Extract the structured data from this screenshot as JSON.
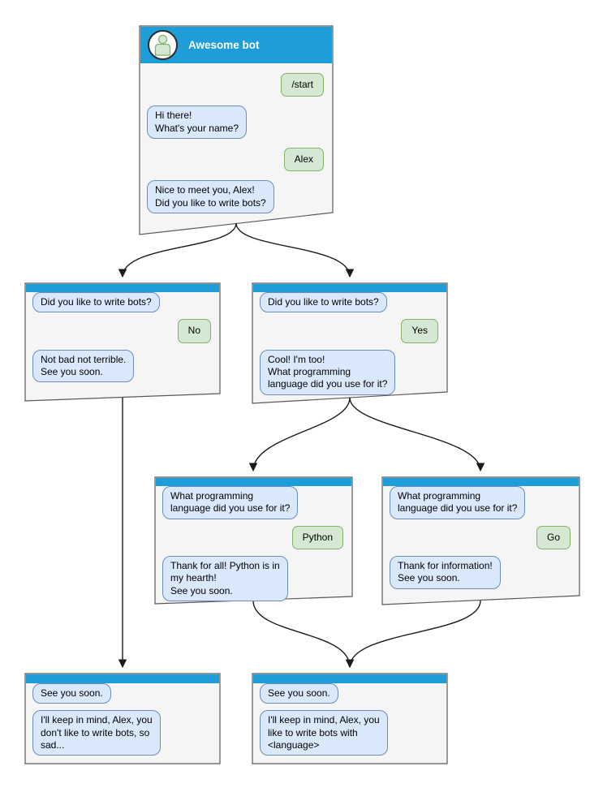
{
  "colors": {
    "header_bar": "#1e9dd9",
    "window_fill": "#f5f5f5",
    "window_border": "#595959",
    "bot_bubble_fill": "#dae8fc",
    "bot_bubble_border": "#6c8ebf",
    "user_bubble_fill": "#d5e8d4",
    "user_bubble_border": "#82b366",
    "connector": "#1a1a1a",
    "title_text": "#ffffff"
  },
  "main_window": {
    "title": "Awesome bot",
    "avatar_icon": "person-icon",
    "messages": [
      {
        "side": "user",
        "text": "/start"
      },
      {
        "side": "bot",
        "text": "Hi there!\nWhat's your name?"
      },
      {
        "side": "user",
        "text": "Alex"
      },
      {
        "side": "bot",
        "text": "Nice to meet you, Alex!\nDid you like to write bots?"
      }
    ]
  },
  "branch_windows": [
    {
      "name": "answer-no",
      "messages": [
        {
          "side": "bot",
          "text": "Did you like to write bots?"
        },
        {
          "side": "user",
          "text": "No"
        },
        {
          "side": "bot",
          "text": "Not bad not terrible.\nSee you soon."
        }
      ]
    },
    {
      "name": "answer-yes",
      "messages": [
        {
          "side": "bot",
          "text": "Did you like to write bots?"
        },
        {
          "side": "user",
          "text": "Yes"
        },
        {
          "side": "bot",
          "text": "Cool! I'm too!\nWhat programming\nlanguage did you use for it?"
        }
      ]
    },
    {
      "name": "answer-python",
      "messages": [
        {
          "side": "bot",
          "text": "What programming\nlanguage did you use for it?"
        },
        {
          "side": "user",
          "text": "Python"
        },
        {
          "side": "bot",
          "text": "Thank for all! Python is in\nmy hearth!\nSee you soon."
        }
      ]
    },
    {
      "name": "answer-go",
      "messages": [
        {
          "side": "bot",
          "text": "What programming\nlanguage did you use for it?"
        },
        {
          "side": "user",
          "text": "Go"
        },
        {
          "side": "bot",
          "text": "Thank for information!\nSee you soon."
        }
      ]
    },
    {
      "name": "end-no",
      "messages": [
        {
          "side": "bot",
          "text": "See you soon."
        },
        {
          "side": "bot",
          "text": "I'll keep in mind, Alex, you\ndon't like to write bots, so\nsad..."
        }
      ]
    },
    {
      "name": "end-yes",
      "messages": [
        {
          "side": "bot",
          "text": "See you soon."
        },
        {
          "side": "bot",
          "text": "I'll keep in mind, Alex, you\nlike to write bots with\n<language>"
        }
      ]
    }
  ]
}
